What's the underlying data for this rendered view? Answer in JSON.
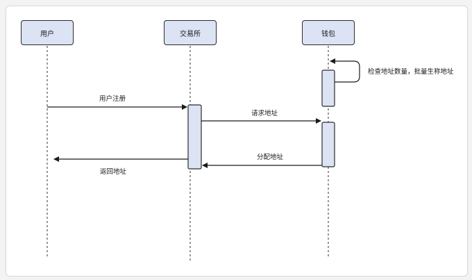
{
  "actors": {
    "user": "用户",
    "exchange": "交易所",
    "wallet": "钱包"
  },
  "messages": {
    "self_check": "检查地址数量，批量生称地址",
    "register": "用户注册",
    "request_address": "请求地址",
    "allocate_address": "分配地址",
    "return_address": "返回地址"
  },
  "colors": {
    "actor_fill": "#dbe3f4",
    "stroke": "#2b2b2b",
    "background": "#ffffff"
  }
}
